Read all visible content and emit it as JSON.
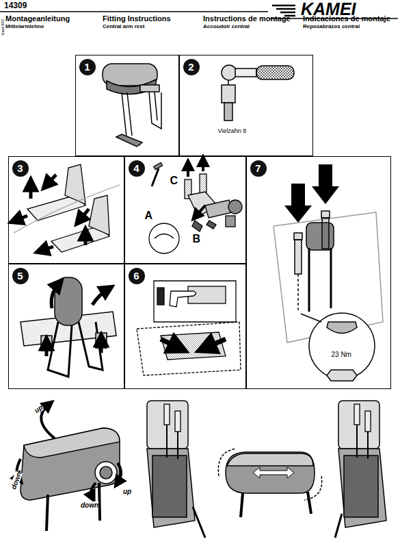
{
  "diagram": {
    "nodes": [
      {
        "text": [
          "1"
        ]
      },
      {
        "text": [
          "2",
          "Vielzahn 8"
        ]
      },
      {
        "text": [
          "3"
        ]
      },
      {
        "text": [
          "4",
          "A",
          "B",
          "C"
        ]
      },
      {
        "text": [
          "7",
          "23 Nm"
        ]
      },
      {
        "text": [
          "5"
        ]
      },
      {
        "text": [
          "6"
        ]
      }
    ],
    "labels": [
      "14309",
      "Stand 8/05",
      "Montageanleitung",
      "Mittelarmlehne",
      "Fitting Instructions",
      "Central arm rest",
      "Instructions de montage",
      "Accoudoir central",
      "Indicaciones de montaje",
      "Reposabrazos central",
      "KAMEI",
      "up",
      "down",
      "down",
      "up"
    ]
  }
}
